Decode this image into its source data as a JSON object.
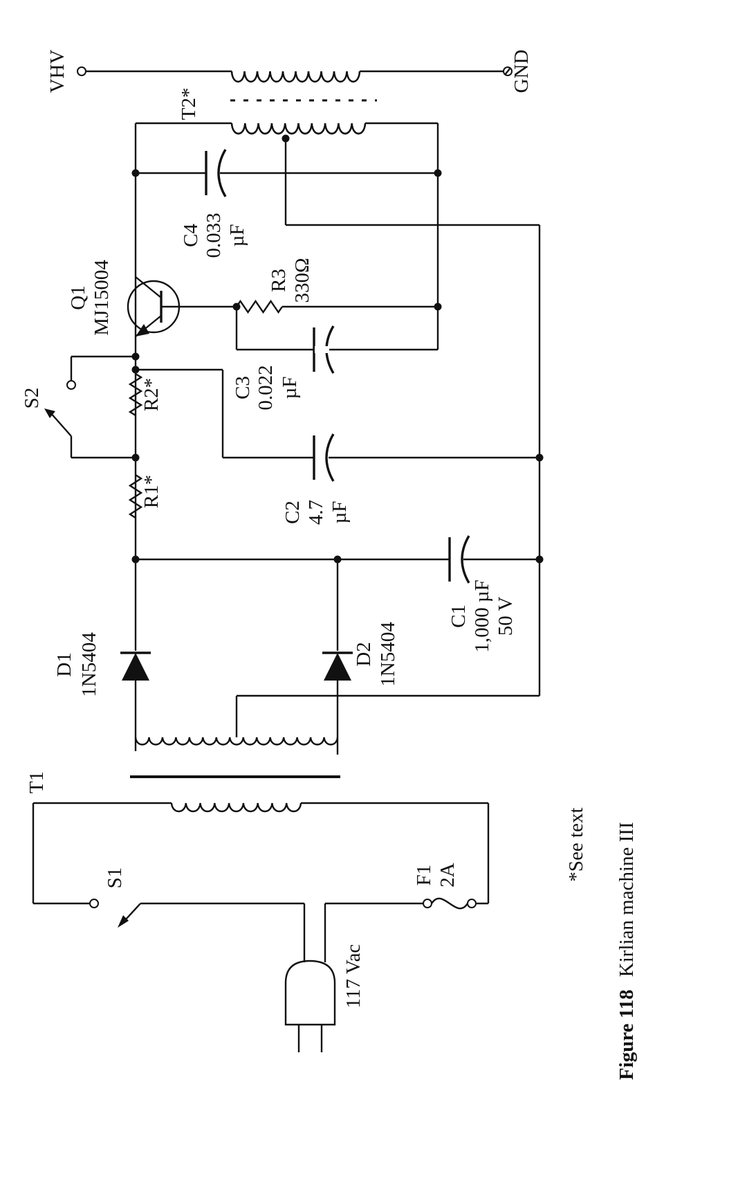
{
  "figure": {
    "number": "Figure 118",
    "title": "Kirlian machine III",
    "note": "*See text"
  },
  "labels": {
    "vhv": "VHV",
    "gnd": "GND",
    "t2": "T2*",
    "t1": "T1",
    "c4_name": "C4",
    "c4_value": "0.033",
    "c4_unit": "µF",
    "q1_name": "Q1",
    "q1_part": "MJ15004",
    "r3_name": "R3",
    "r3_value": "330Ω",
    "s2": "S2",
    "r2": "R2*",
    "r1": "R1*",
    "c3_name": "C3",
    "c3_value": "0.022",
    "c3_unit": "µF",
    "c2_name": "C2",
    "c2_value": "4.7",
    "c2_unit": "µF",
    "c1_name": "C1",
    "c1_value": "1,000 µF",
    "c1_voltage": "50 V",
    "d1_name": "D1",
    "d1_part": "1N5404",
    "d2_name": "D2",
    "d2_part": "1N5404",
    "s1": "S1",
    "f1_name": "F1",
    "f1_value": "2A",
    "mains": "117 Vac"
  }
}
